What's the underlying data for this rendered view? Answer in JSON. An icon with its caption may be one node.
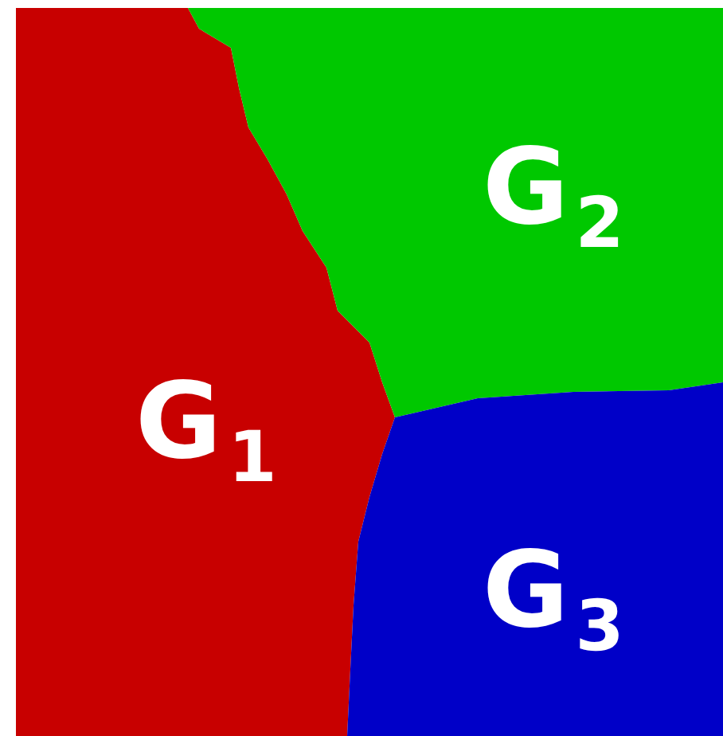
{
  "diagram": {
    "nodes": [
      {
        "text": [
          "G$_{1}$"
        ]
      },
      {
        "text": [
          "G$_{2}$"
        ]
      },
      {
        "text": [
          "G$_{3}$"
        ]
      }
    ]
  }
}
